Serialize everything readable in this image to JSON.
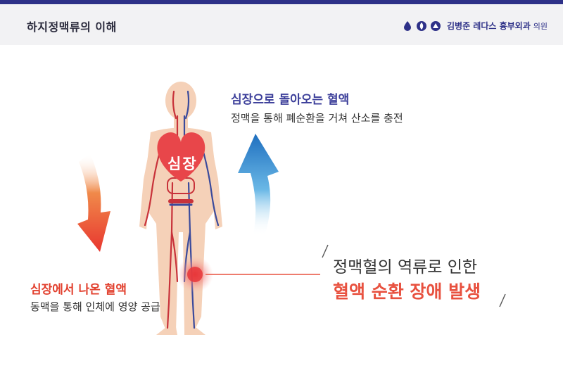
{
  "header": {
    "title": "하지정맥류의 이해",
    "brand_name": "김병준 레다스 흉부외과",
    "brand_suffix": "의원"
  },
  "diagram": {
    "heart_label": "심장",
    "returning_blood": {
      "title": "심장으로 돌아오는 혈액",
      "description": "정맥을 통해 폐순환을 거쳐 산소를 충전"
    },
    "outgoing_blood": {
      "title": "심장에서 나온 혈액",
      "description": "동맥을 통해 인체에 영양 공급"
    },
    "callout": {
      "line1": "정맥혈의 역류로 인한",
      "line2": "혈액 순환 장애 발생"
    }
  },
  "colors": {
    "brand": "#2e3188",
    "artery": "#c8323a",
    "vein": "#3a4a9c",
    "heart": "#e8464a",
    "accent_red": "#e8513f",
    "body": "#f5d1b8"
  }
}
